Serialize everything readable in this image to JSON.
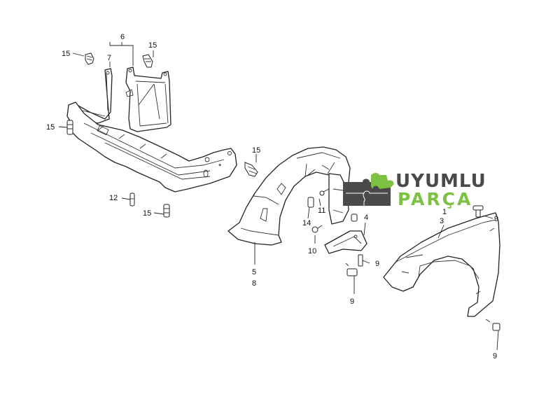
{
  "diagram": {
    "title": "Front fender, inner fender liner and undercover parts diagram",
    "callouts": {
      "c6": "6",
      "c7": "7",
      "c15a": "15",
      "c15b": "15",
      "c15c": "15",
      "c15d": "15",
      "c15e": "15",
      "c12": "12",
      "c5": "5",
      "c8": "8",
      "c14": "14",
      "c11": "11",
      "c10": "10",
      "c4": "4",
      "c9a": "9",
      "c9b": "9",
      "c9c": "9",
      "c9d": "9",
      "c1": "1",
      "c3": "3"
    },
    "asterisk": "*"
  },
  "logo": {
    "line1": "UYUMLU",
    "line2": "PARÇA",
    "color_dark": "#4a4a4a",
    "color_green": "#7dc142"
  }
}
